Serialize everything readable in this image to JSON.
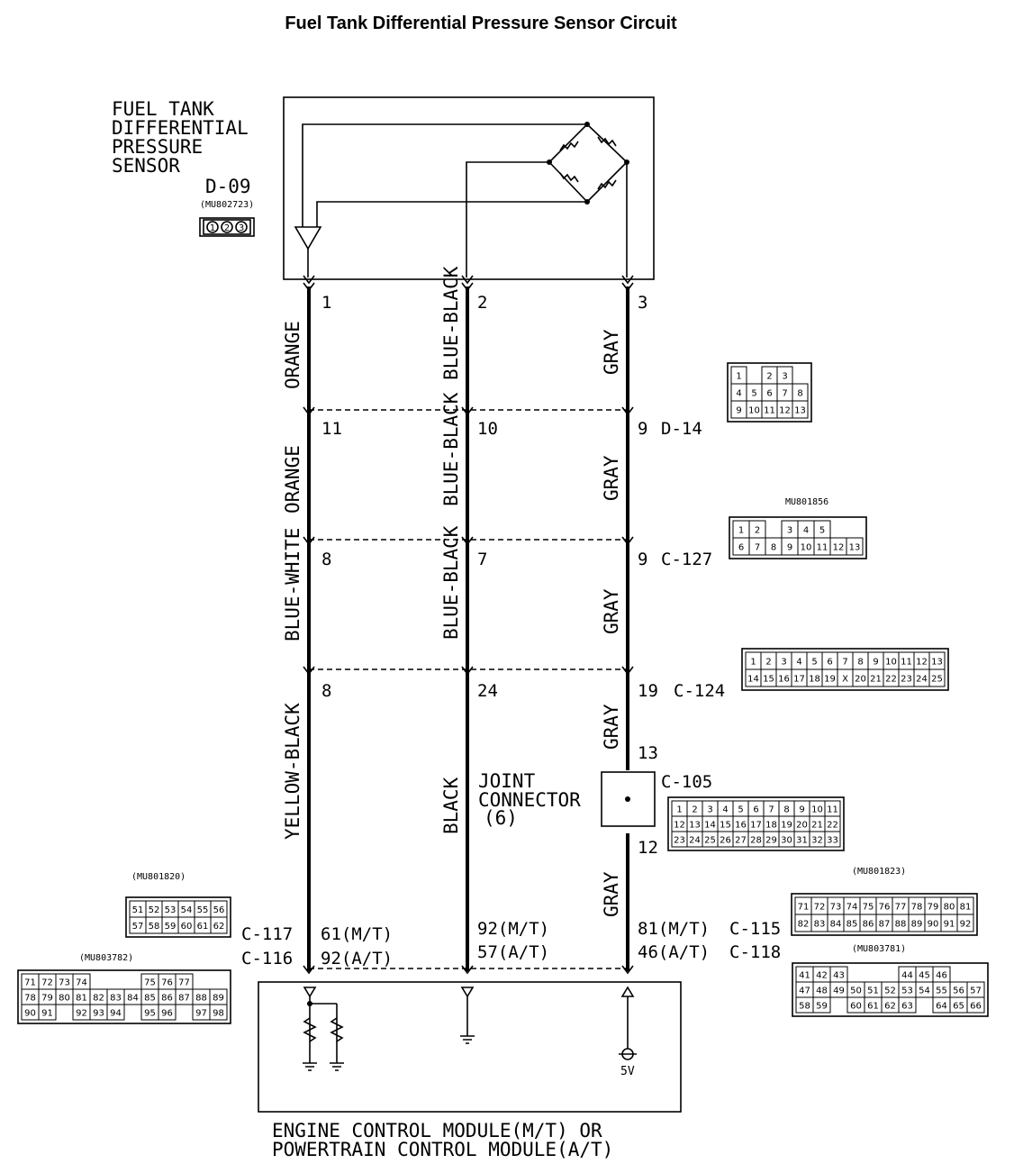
{
  "title": "Fuel Tank Differential Pressure Sensor Circuit",
  "sensor": {
    "name_lines": [
      "FUEL TANK",
      "DIFFERENTIAL",
      "PRESSURE",
      "SENSOR"
    ],
    "connector": "D-09",
    "part_no": "(MU802723)",
    "pins": [
      "1",
      "2",
      "3"
    ]
  },
  "wires": {
    "left": [
      "ORANGE",
      "ORANGE",
      "BLUE-WHITE",
      "YELLOW-BLACK"
    ],
    "mid": [
      "BLUE-BLACK",
      "BLUE-BLACK",
      "BLUE-BLACK",
      "BLACK"
    ],
    "right": [
      "GRAY",
      "GRAY",
      "GRAY",
      "GRAY",
      "GRAY"
    ]
  },
  "pins": {
    "row1": [
      "1",
      "2",
      "3"
    ],
    "row2": [
      "11",
      "10",
      "9"
    ],
    "row3": [
      "8",
      "7",
      "9"
    ],
    "row4": [
      "8",
      "24",
      "19"
    ],
    "joint_top": "13",
    "joint_bottom": "12"
  },
  "connectors": {
    "d14": "D-14",
    "c127": "C-127",
    "c124": "C-124",
    "c105": "C-105",
    "c117": "C-117",
    "c116": "C-116",
    "c115": "C-115",
    "c118": "C-118"
  },
  "joint": {
    "line1": "JOINT",
    "line2": "CONNECTOR",
    "line3": "(6)"
  },
  "ecm_pins": {
    "left_mt": "61(M/T)",
    "left_at": "92(A/T)",
    "mid_mt": "92(M/T)",
    "mid_at": "57(A/T)",
    "right_mt": "81(M/T)",
    "right_at": "46(A/T)"
  },
  "ecm": {
    "line1": "ENGINE CONTROL MODULE(M/T) OR",
    "line2": "POWERTRAIN CONTROL MODULE(A/T)",
    "voltage": "5V"
  },
  "part_numbers": {
    "c127": "MU801856",
    "c117": "(MU801820)",
    "c116": "(MU803782)",
    "c115": "(MU801823)",
    "c118": "(MU803781)"
  },
  "cells": {
    "d14": [
      [
        "1",
        "",
        "2",
        "3"
      ],
      [
        "4",
        "5",
        "6",
        "7",
        "8"
      ],
      [
        "9",
        "10",
        "11",
        "12",
        "13"
      ]
    ],
    "c127": [
      [
        "1",
        "2",
        "",
        "3",
        "4",
        "5"
      ],
      [
        "6",
        "7",
        "8",
        "9",
        "10",
        "11",
        "12",
        "13"
      ]
    ],
    "c124": [
      [
        "1",
        "2",
        "3",
        "4",
        "5",
        "6",
        "7",
        "8",
        "9",
        "10",
        "11",
        "12",
        "13"
      ],
      [
        "14",
        "15",
        "16",
        "17",
        "18",
        "19",
        "X",
        "20",
        "21",
        "22",
        "23",
        "24",
        "25"
      ]
    ],
    "c105": [
      [
        "1",
        "2",
        "3",
        "4",
        "5",
        "6",
        "7",
        "8",
        "9",
        "10",
        "11"
      ],
      [
        "12",
        "13",
        "14",
        "15",
        "16",
        "17",
        "18",
        "19",
        "20",
        "21",
        "22"
      ],
      [
        "23",
        "24",
        "25",
        "26",
        "27",
        "28",
        "29",
        "30",
        "31",
        "32",
        "33"
      ]
    ],
    "c117": [
      [
        "51",
        "52",
        "53",
        "54",
        "55",
        "56"
      ],
      [
        "57",
        "58",
        "59",
        "60",
        "61",
        "62"
      ]
    ],
    "c116": [
      [
        "71",
        "72",
        "73",
        "74",
        "",
        "",
        "",
        "75",
        "76",
        "77"
      ],
      [
        "78",
        "79",
        "80",
        "81",
        "82",
        "83",
        "84",
        "85",
        "86",
        "87",
        "88",
        "89"
      ],
      [
        "90",
        "91",
        "",
        "92",
        "93",
        "94",
        "",
        "95",
        "96",
        "",
        "97",
        "98"
      ]
    ],
    "c115": [
      [
        "71",
        "72",
        "73",
        "74",
        "75",
        "76",
        "77",
        "78",
        "79",
        "80",
        "81"
      ],
      [
        "82",
        "83",
        "84",
        "85",
        "86",
        "87",
        "88",
        "89",
        "90",
        "91",
        "92"
      ]
    ],
    "c118": [
      [
        "41",
        "42",
        "43",
        "",
        "",
        "",
        "44",
        "45",
        "46"
      ],
      [
        "47",
        "48",
        "49",
        "50",
        "51",
        "52",
        "53",
        "54",
        "55",
        "56",
        "57"
      ],
      [
        "58",
        "59",
        "",
        "60",
        "61",
        "62",
        "63",
        "",
        "64",
        "65",
        "66"
      ]
    ]
  }
}
